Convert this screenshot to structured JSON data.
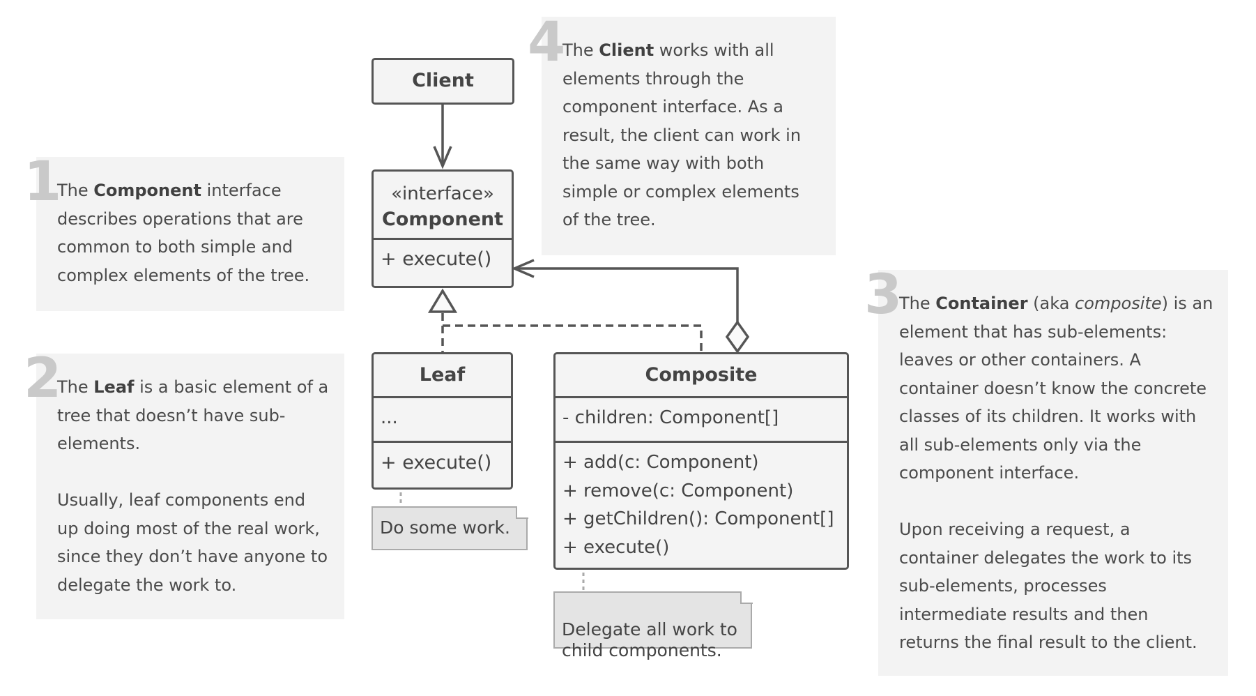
{
  "notes": {
    "n1": {
      "number": "1",
      "before": "The ",
      "bold": "Component",
      "after": " interface\ndescribes operations that are\ncommon to both simple and\ncomplex elements of the tree."
    },
    "n2": {
      "number": "2",
      "before": "The ",
      "bold": "Leaf",
      "after": " is a basic element of a\ntree that doesn’t have sub-\nelements.",
      "para2": "Usually, leaf components end\nup doing most of the real work,\nsince they don’t have anyone to\ndelegate the work to."
    },
    "n3": {
      "number": "3",
      "before": "The ",
      "bold": "Container",
      "mid": " (aka ",
      "italic": "composite",
      "after": ") is an\nelement that has sub-elements:\nleaves or other containers. A\ncontainer doesn’t know the concrete\nclasses of its children. It works with\nall sub-elements only via the\ncomponent interface.",
      "para2": "Upon receiving a request, a\ncontainer delegates the work to its\nsub-elements, processes\nintermediate results and then\nreturns the final result to the client."
    },
    "n4": {
      "number": "4",
      "before": "The ",
      "bold": "Client",
      "after": " works with all\nelements through the\ncomponent interface. As a\nresult, the client can work in\nthe same way with both\nsimple or complex elements\nof the tree."
    }
  },
  "uml": {
    "client": {
      "title": "Client"
    },
    "component": {
      "stereotype": "«interface»",
      "title": "Component",
      "method": "+ execute()"
    },
    "leaf": {
      "title": "Leaf",
      "fields": "...",
      "method": "+ execute()"
    },
    "composite": {
      "title": "Composite",
      "field": "- children: Component[]",
      "methods": [
        "+ add(c: Component)",
        "+ remove(c: Component)",
        "+ getChildren(): Component[]",
        "+ execute()"
      ]
    }
  },
  "memos": {
    "leaf": "Do some work.",
    "composite": "Delegate all work to\nchild components."
  }
}
